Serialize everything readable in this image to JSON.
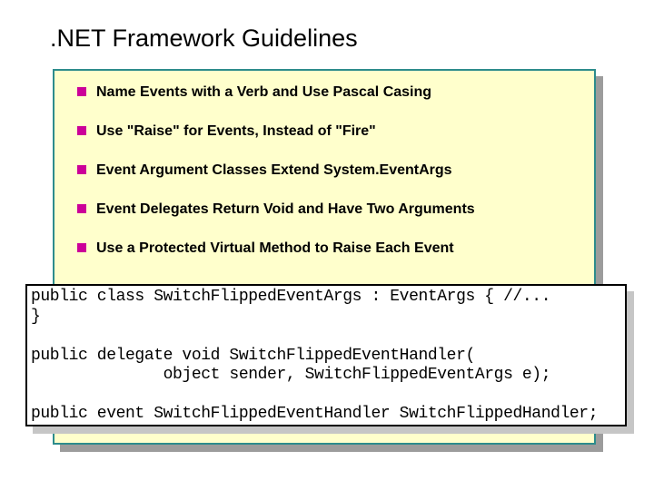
{
  "slide": {
    "title": ".NET Framework Guidelines",
    "bullets": [
      "Name Events with a Verb and Use Pascal Casing",
      "Use \"Raise\" for Events, Instead of \"Fire\"",
      "Event Argument Classes Extend System.EventArgs",
      "Event Delegates Return Void and Have Two Arguments",
      "Use a Protected Virtual Method to Raise Each Event"
    ],
    "code": [
      "public class SwitchFlippedEventArgs : EventArgs { //...",
      "}",
      "",
      "public delegate void SwitchFlippedEventHandler(",
      "              object sender, SwitchFlippedEventArgs e);",
      "",
      "public event SwitchFlippedEventHandler SwitchFlippedHandler;"
    ],
    "colors": {
      "background": "#ffffff",
      "panel_border_teal": "#2d8c8c",
      "panel_fill_yellow": "#ffffcc",
      "bullet_marker_magenta": "#cc0099",
      "panel_shadow_gray": "#9c9c9c",
      "code_border_black": "#000000",
      "code_shadow_gray": "#c6c6c6",
      "text_color": "#000000"
    }
  }
}
